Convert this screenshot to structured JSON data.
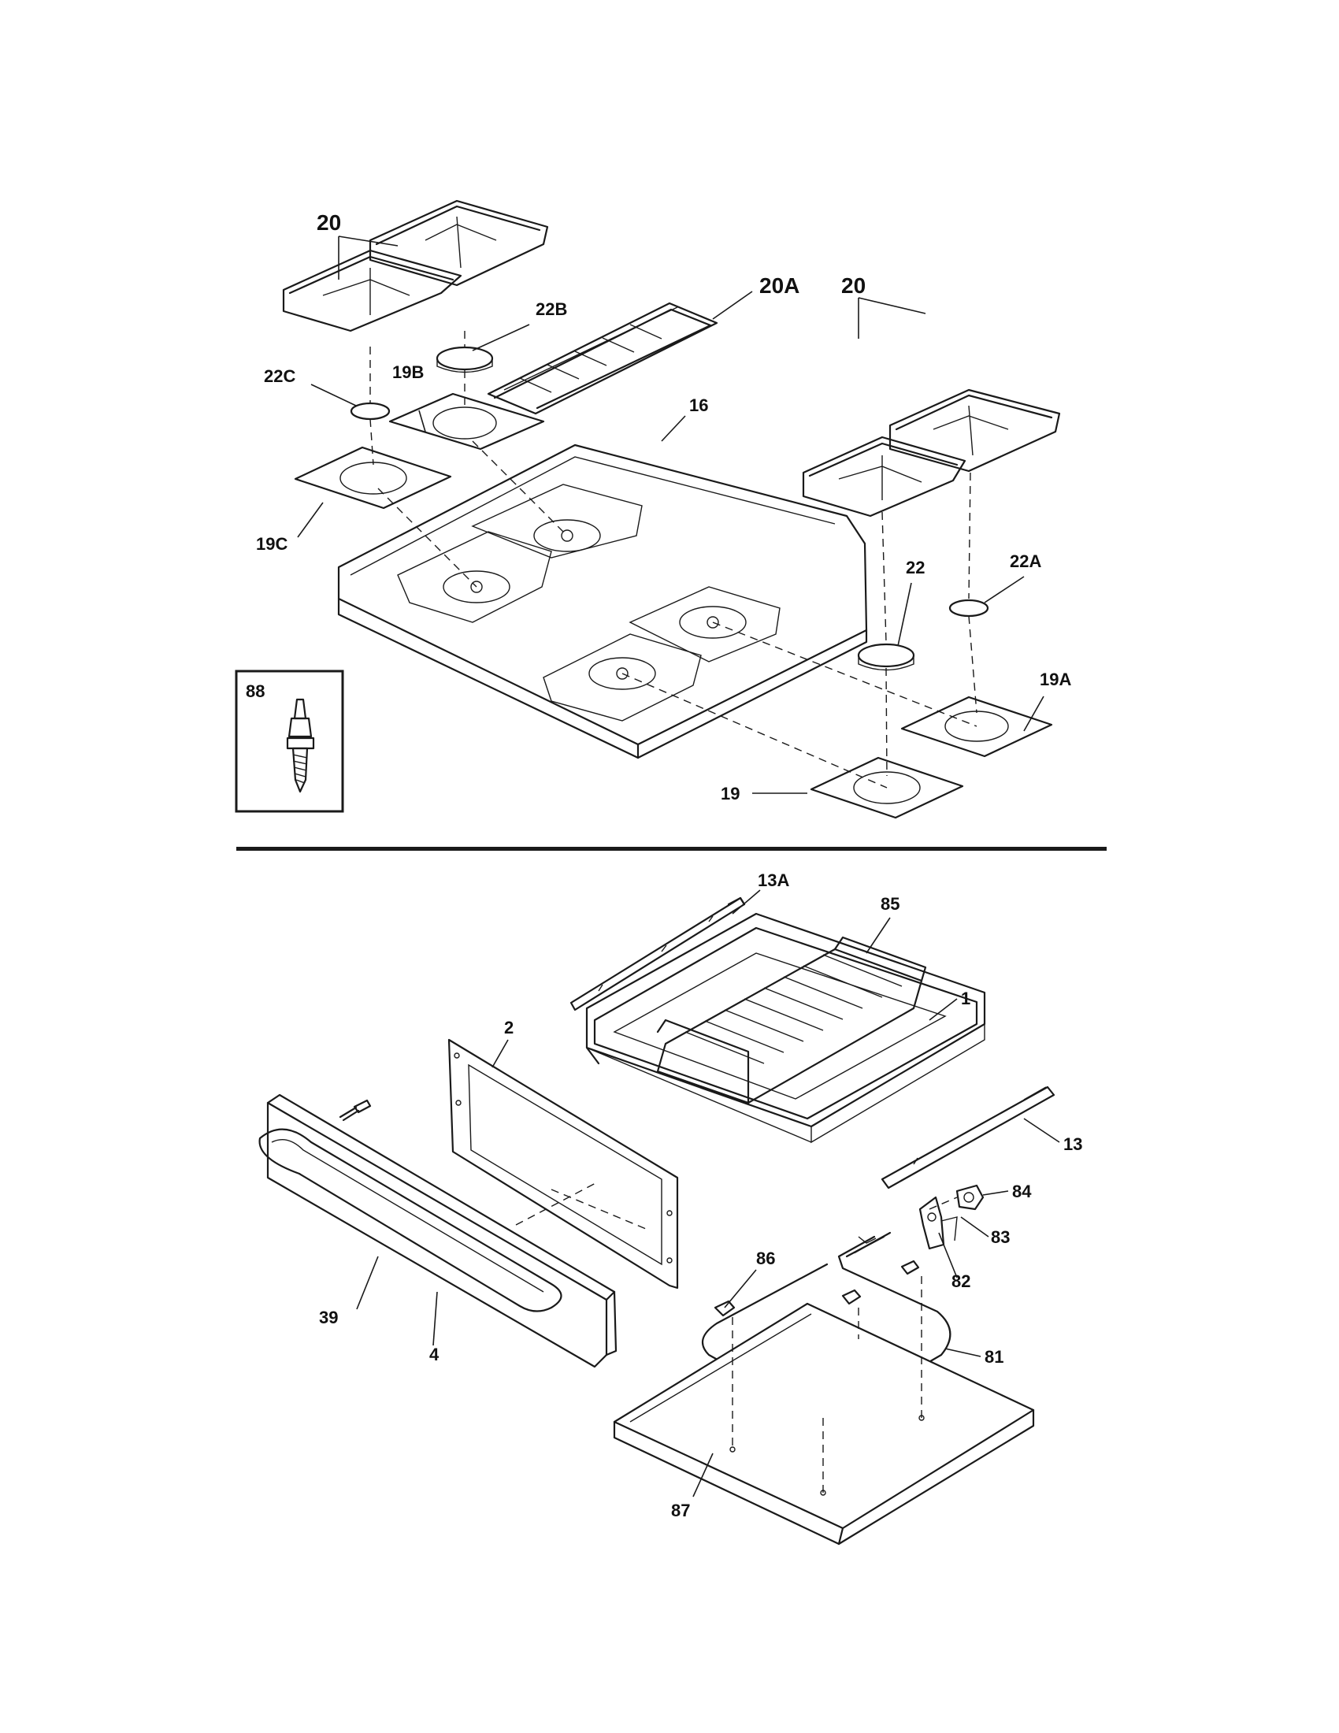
{
  "labels": {
    "grate_left": "20",
    "grate_center": "20A",
    "grate_right": "20",
    "cap_22": "22",
    "cap_22a": "22A",
    "cap_22b": "22B",
    "cap_22c": "22C",
    "cooktop": "16",
    "pan_19": "19",
    "pan_19a": "19A",
    "pan_19b": "19B",
    "pan_19c": "19C",
    "screw_88": "88",
    "slide_13a": "13A",
    "slide_13": "13",
    "rack_85": "85",
    "drawer_1": "1",
    "liner_2": "2",
    "panel_4": "4",
    "handle_39": "39",
    "bracket_84": "84",
    "bracket_83": "83",
    "bracket_82": "82",
    "clip_86": "86",
    "element_81": "81",
    "plate_87": "87"
  }
}
